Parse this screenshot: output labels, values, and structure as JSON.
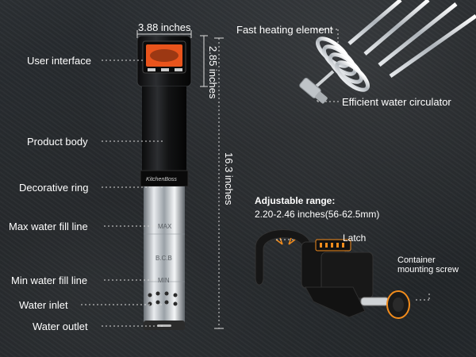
{
  "labels": {
    "width": "3.88 inches",
    "head_height": "2.85 inches",
    "total_height": "16.3 inches",
    "user_interface": "User interface",
    "product_body": "Product body",
    "decorative_ring": "Decorative ring",
    "max_fill": "Max water fill line",
    "min_fill": "Min water fill line",
    "water_inlet": "Water inlet",
    "water_outlet": "Water outlet",
    "heating_element": "Fast heating element",
    "water_circulator": "Efficient water circulator",
    "adjustable_title": "Adjustable range:",
    "adjustable_value": "2.20-2.46 inches(56-62.5mm)",
    "latch": "Latch",
    "container_screw": "Container mounting screw"
  },
  "device": {
    "brand": "KitchenBoss",
    "max_mark": "MAX",
    "mid_mark": "B.C.B",
    "min_mark": "MIN"
  },
  "colors": {
    "accent": "#f28c1c",
    "screen": "#e9541c"
  }
}
